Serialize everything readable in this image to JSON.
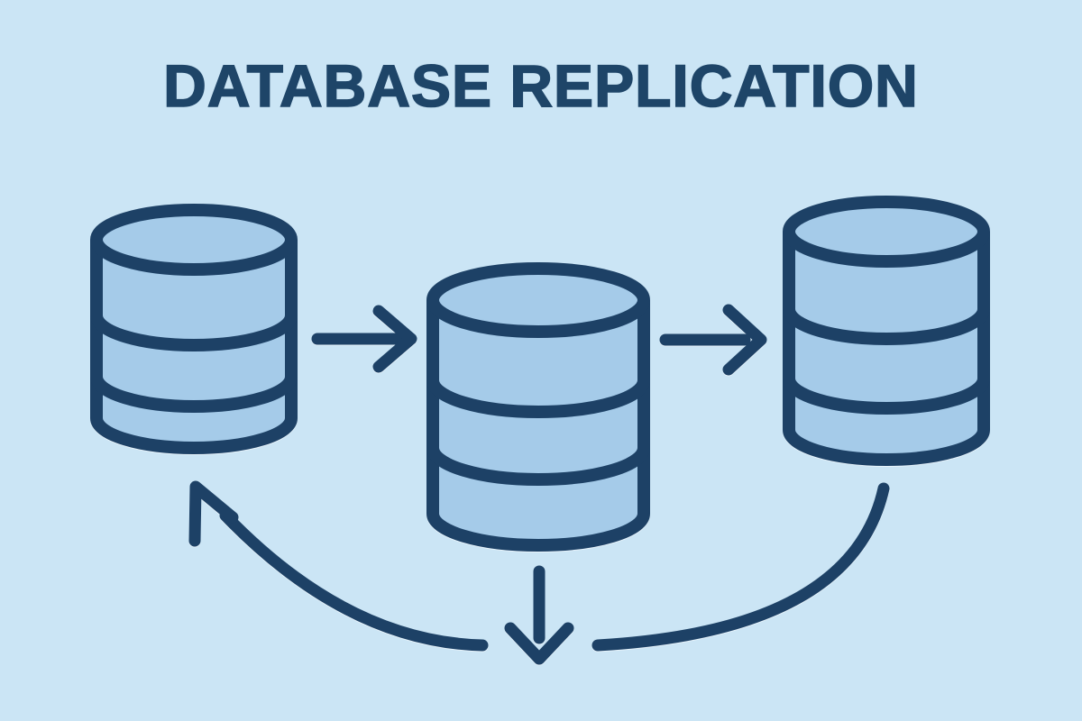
{
  "title": "DATABASE REPLICATION",
  "colors": {
    "background": "#cbe5f5",
    "db_fill": "#a5cbe9",
    "stroke": "#1d4166",
    "title": "#1e4568"
  },
  "diagram": {
    "nodes": [
      {
        "id": "database-left",
        "icon": "database-icon"
      },
      {
        "id": "database-center",
        "icon": "database-icon"
      },
      {
        "id": "database-right",
        "icon": "database-icon"
      }
    ],
    "edges": [
      {
        "id": "edge-left-to-center",
        "style": "straight-arrow",
        "direction": "right"
      },
      {
        "id": "edge-center-to-right",
        "style": "straight-arrow",
        "direction": "right"
      },
      {
        "id": "edge-center-down",
        "style": "straight-arrow",
        "direction": "down"
      },
      {
        "id": "edge-right-to-left",
        "style": "curved-arrow",
        "direction": "up-left"
      }
    ]
  }
}
